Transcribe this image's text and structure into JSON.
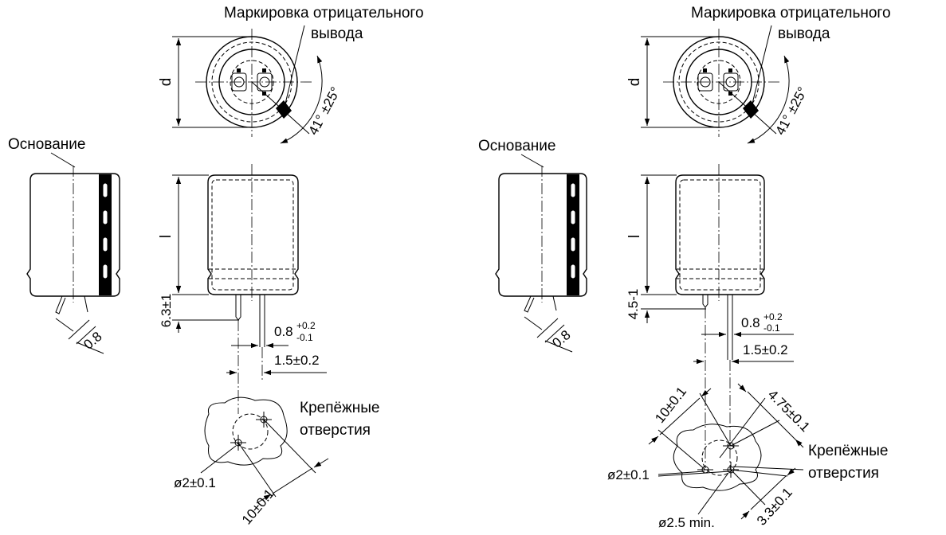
{
  "labels": {
    "negative_marking_line1": "Маркировка отрицательного",
    "negative_marking_line2": "вывода",
    "base": "Основание",
    "mounting_holes_line1": "Крепёжные",
    "mounting_holes_line2": "отверстия"
  },
  "dimensions": {
    "diameter": "d",
    "length": "l",
    "angle": "41° ±25°",
    "lead_thickness": "0.8",
    "left": {
      "standoff": "6.3±1",
      "pin_width_base": "0.8",
      "pin_width_tol_plus": "+0.2",
      "pin_width_tol_minus": "-0.1",
      "pin_pitch": "1.5±0.2",
      "hole_diameter": "ø2±0.1",
      "hole_spacing": "10±0.1"
    },
    "right": {
      "standoff": "4.5-1",
      "pin_width_base": "0.8",
      "pin_width_tol_plus": "+0.2",
      "pin_width_tol_minus": "-0.1",
      "pin_pitch": "1.5±0.2",
      "hole_spacing": "10±0.1",
      "hole_offset": "4.75±0.1",
      "hole_diameter": "ø2±0.1",
      "center_hole": "ø2.5 min.",
      "hole_offset_2": "3.3±0.1"
    }
  }
}
